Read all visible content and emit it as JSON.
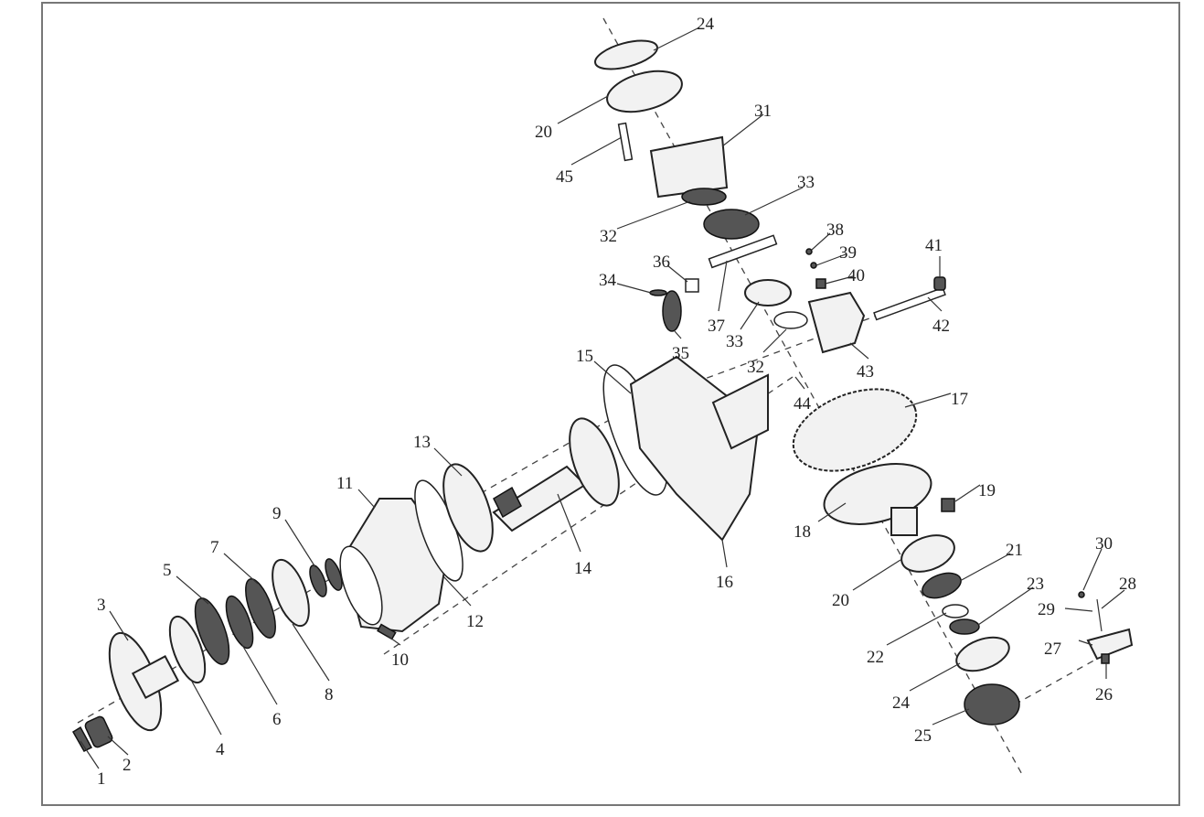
{
  "diagram": {
    "labels": {
      "l1": "1",
      "l2": "2",
      "l3": "3",
      "l4": "4",
      "l5": "5",
      "l6": "6",
      "l7": "7",
      "l8": "8",
      "l9": "9",
      "l10": "10",
      "l11": "11",
      "l12": "12",
      "l13": "13",
      "l14": "14",
      "l15": "15",
      "l16": "16",
      "l17": "17",
      "l18": "18",
      "l19": "19",
      "l20a": "20",
      "l20b": "20",
      "l21": "21",
      "l22": "22",
      "l23": "23",
      "l24a": "24",
      "l24b": "24",
      "l25": "25",
      "l26": "26",
      "l27": "27",
      "l28": "28",
      "l29": "29",
      "l30": "30",
      "l31": "31",
      "l32a": "32",
      "l32b": "32",
      "l33a": "33",
      "l33b": "33",
      "l34": "34",
      "l35": "35",
      "l36": "36",
      "l37": "37",
      "l38": "38",
      "l39": "39",
      "l40": "40",
      "l41": "41",
      "l42": "42",
      "l43": "43",
      "l44": "44",
      "l45": "45"
    }
  }
}
